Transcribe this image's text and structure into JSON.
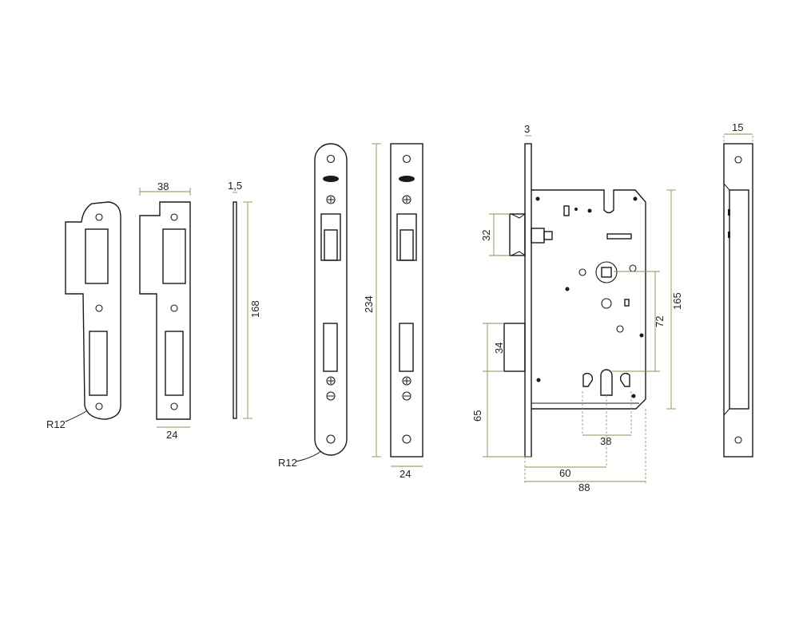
{
  "colors": {
    "outline": "#1a1a1a",
    "dimension_line": "#8b8f5a",
    "background": "#ffffff"
  },
  "strike_plate": {
    "radius_label": "R12",
    "width_label": "38",
    "bottom_width_label": "24",
    "thickness_label": "1,5",
    "height_label": "168"
  },
  "faceplate": {
    "radius_label": "R12",
    "height_label": "234",
    "width_label": "24"
  },
  "lock_body": {
    "faceplate_thickness_label": "3",
    "latch_label": "32",
    "deadbolt_label": "34",
    "lower_label": "65",
    "centers_label": "72",
    "body_height_label": "165",
    "keyhole_spacing_label": "38",
    "backset_label": "60",
    "depth_label": "88"
  },
  "side_view": {
    "width_label": "15"
  }
}
